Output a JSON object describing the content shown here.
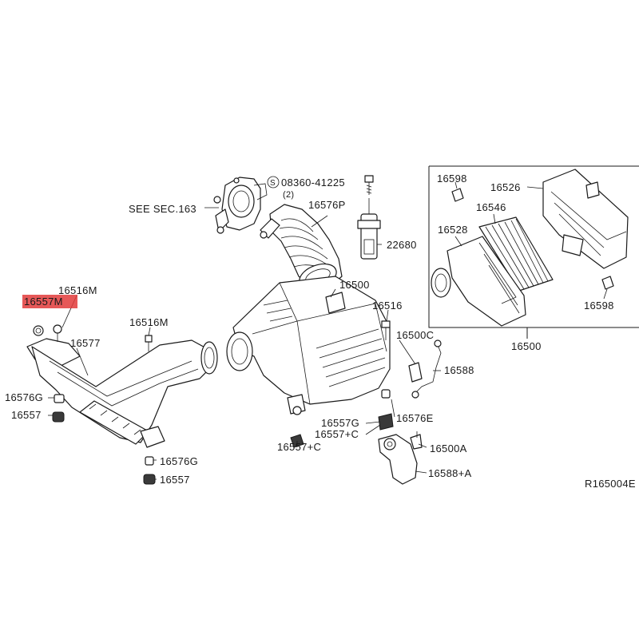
{
  "labels": {
    "see_sec": "SEE SEC.163",
    "screw_ref": "08360-41225",
    "screw_qty": "(2)",
    "p16576P": "16576P",
    "p22680": "22680",
    "p16500_center": "16500",
    "p16516M_left": "16516M",
    "p16557M": "16557M",
    "p16516M_mid": "16516M",
    "p16577": "16577",
    "p16576G_left": "16576G",
    "p16557_left": "16557",
    "p16576G_bottom": "16576G",
    "p16557_bottom": "16557",
    "p16557C_center": "16557+C",
    "p16557G": "16557G",
    "p16557C_right": "16557+C",
    "p16576E": "16576E",
    "p16516": "16516",
    "p16500C": "16500C",
    "p16588": "16588",
    "p16500A": "16500A",
    "p16588A": "16588+A",
    "p16598_top": "16598",
    "p16526": "16526",
    "p16546": "16546",
    "p16528": "16528",
    "p16598_bottom": "16598",
    "p16500_box": "16500",
    "ref_code": "R165004E",
    "circled_s": "S"
  },
  "highlight_color": "#e23b3b"
}
